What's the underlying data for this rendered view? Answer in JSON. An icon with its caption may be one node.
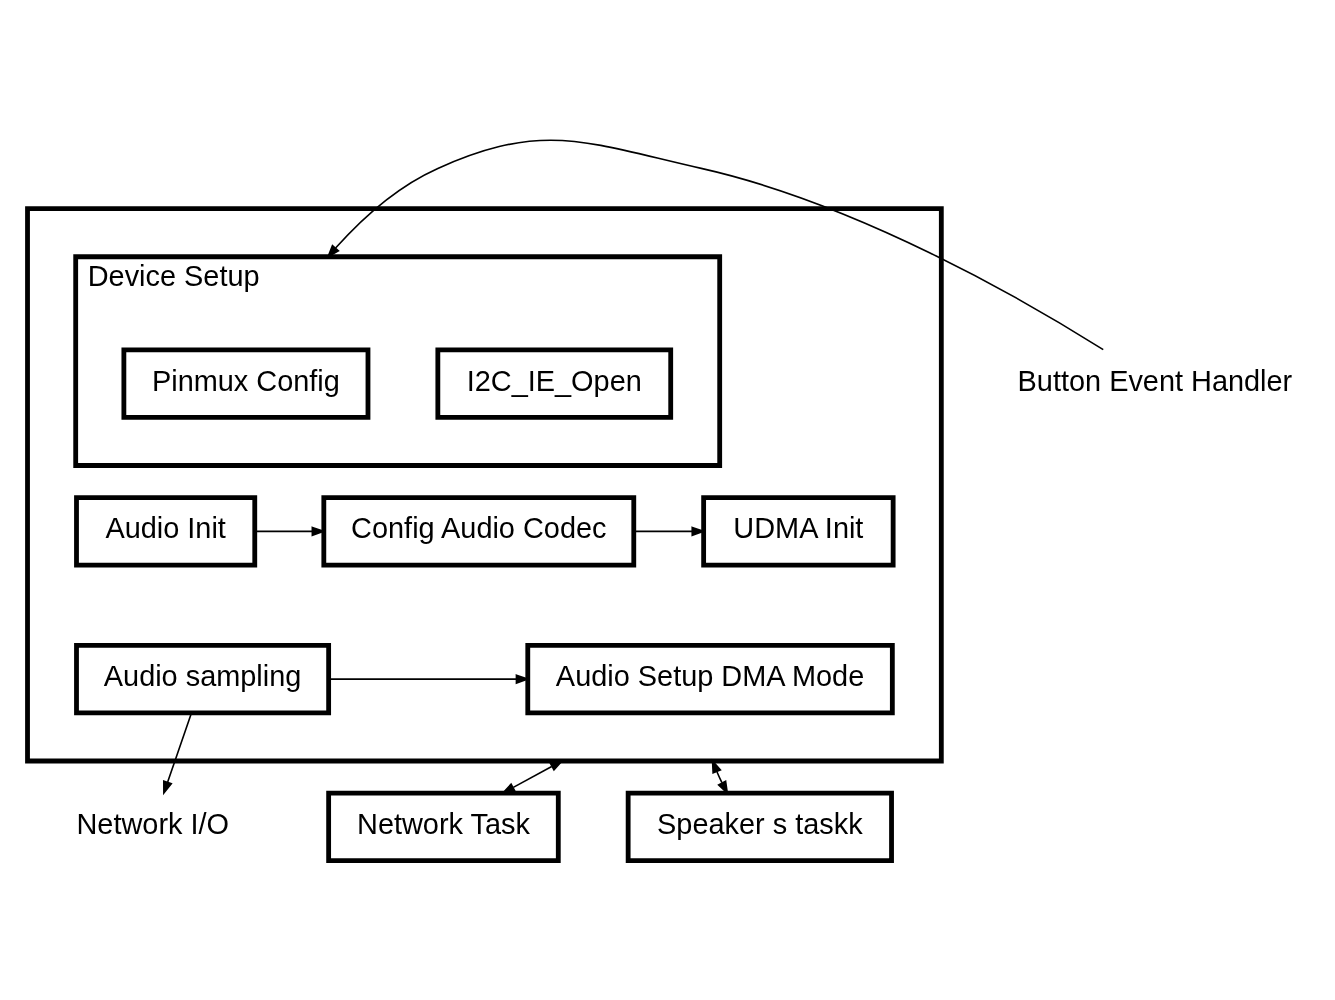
{
  "diagram": {
    "nodes": [
      {
        "text": [],
        "shape": "box"
      },
      {
        "text": [
          "Button Event Handler"
        ]
      },
      {
        "text": [
          "Device Setup"
        ],
        "in": 0
      },
      {
        "text": [
          "Pinmux Config"
        ],
        "in": 2
      },
      {
        "text": [
          "I2C_IE_Open"
        ],
        "in": 2
      },
      {
        "text": [
          "Audio Init"
        ],
        "in": 0
      },
      {
        "text": [
          "Config Audio Codec"
        ],
        "in": 0
      },
      {
        "text": [
          "UDMA Init"
        ],
        "in": 0
      },
      {
        "text": [
          "Audio sampling"
        ],
        "in": 0
      },
      {
        "text": [
          "Audio Setup DMA Mode"
        ],
        "in": 0
      },
      {
        "text": [
          "Network I/O"
        ]
      },
      {
        "text": [
          "Network Task"
        ]
      },
      {
        "text": [
          "Speaker s taskk"
        ]
      }
    ],
    "edges": [
      {
        "from": 1,
        "to": 2,
        "arrow": "to"
      },
      {
        "from": 5,
        "to": 6,
        "arrow": "to"
      },
      {
        "from": 6,
        "to": 7,
        "arrow": "to"
      },
      {
        "from": 8,
        "to": 9,
        "arrow": "to"
      },
      {
        "from": 8,
        "to": 10,
        "arrow": "to"
      },
      {
        "from": 0,
        "to": 11,
        "arrow": "both"
      },
      {
        "from": 0,
        "to": 12,
        "arrow": "both"
      }
    ]
  }
}
